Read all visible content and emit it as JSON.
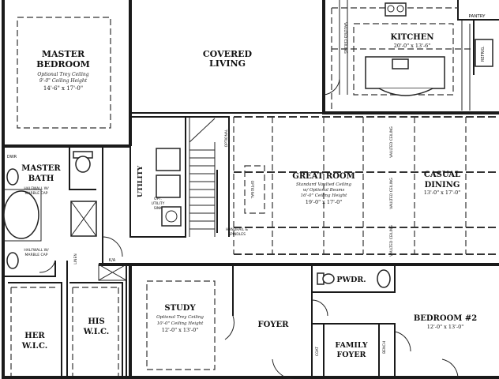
{
  "rooms": {
    "master_bedroom": {
      "name_line1": "MASTER",
      "name_line2": "BEDROOM",
      "note1": "Optional Trey Ceiling",
      "note2": "9'-0\" Ceiling Height",
      "dims": "14'-6\" x 17'-0\""
    },
    "covered_living": {
      "name_line1": "COVERED",
      "name_line2": "LIVING"
    },
    "kitchen": {
      "name": "KITCHEN",
      "dims": "20'-0\" x 13'-6\""
    },
    "pantry": {
      "name": "PANTRY"
    },
    "refrig": {
      "name": "REFRIG."
    },
    "vaulted_kitchen": {
      "text": "VAULTED CEILING"
    },
    "master_bath": {
      "name_line1": "MASTER",
      "name_line2": "BATH"
    },
    "dwr": {
      "name": "DWR"
    },
    "halfwall_top": {
      "line1": "HALFWALL W/",
      "line2": "MARBLE CAP"
    },
    "halfwall_bottom": {
      "line1": "HALFWALL W/",
      "line2": "MARBLE CAP"
    },
    "utility": {
      "name": "UTILITY"
    },
    "opt_utility_sink": {
      "line1": "OPT.",
      "line2": "UTILITY",
      "line3": "SINK"
    },
    "optional_left": {
      "text": "OPTIONAL"
    },
    "optional_right": {
      "text": "OPTIONAL"
    },
    "handrail": {
      "line1": "HANDRAIL &",
      "line2": "SPINDLES"
    },
    "great_room": {
      "name": "GREAT ROOM",
      "note1": "Standard Vaulted Ceiling",
      "note2": "w/ Optional Beams",
      "note3": "16'-0\" Ceiling Height",
      "dims": "19'-0\" x 17'-0\""
    },
    "vaulted_gr1": {
      "text": "VAULTED CEILING"
    },
    "vaulted_gr2": {
      "text": "VAULTED CEILING"
    },
    "vaulted_gr3": {
      "text": "VAULTED CEILING"
    },
    "casual_dining": {
      "name_line1": "CASUAL",
      "name_line2": "DINING",
      "dims": "13'-0\" x 17'-0\""
    },
    "linen": {
      "name": "LINEN"
    },
    "ka": {
      "name": "K/A"
    },
    "her_wic": {
      "name_line1": "HER",
      "name_line2": "W.I.C."
    },
    "his_wic": {
      "name_line1": "HIS",
      "name_line2": "W.I.C."
    },
    "study": {
      "name": "STUDY",
      "note1": "Optional Trey Ceiling",
      "note2": "10'-0\" Ceiling Height",
      "dims": "12'-0\" x 13'-0\""
    },
    "foyer": {
      "name": "FOYER"
    },
    "pwdr": {
      "name": "PWDR."
    },
    "family_foyer": {
      "name_line1": "FAMILY",
      "name_line2": "FOYER"
    },
    "coat": {
      "name": "COAT"
    },
    "bench": {
      "name": "BENCH"
    },
    "bedroom2": {
      "name": "BEDROOM #2",
      "dims": "12'-0\" x 13'-0\""
    }
  }
}
